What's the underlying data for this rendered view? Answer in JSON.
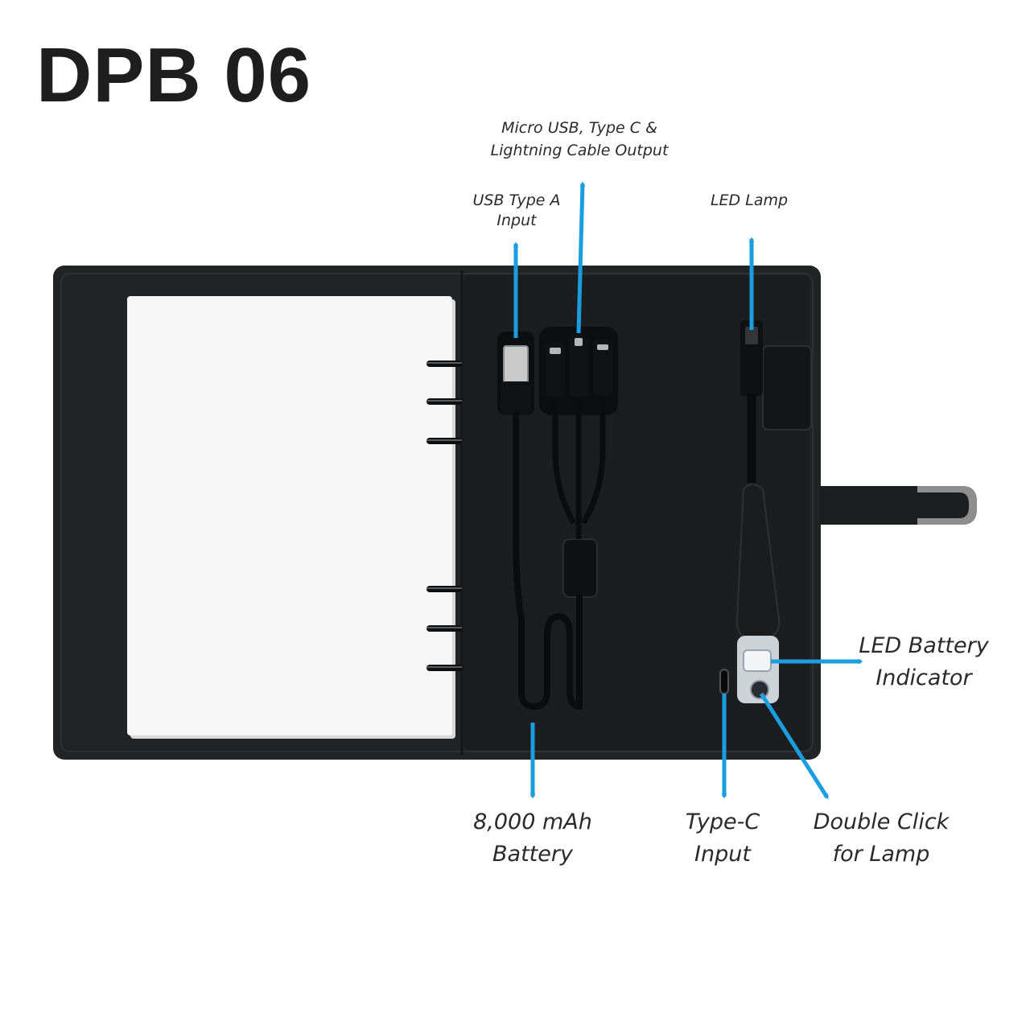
{
  "title": "DPB 06",
  "colors": {
    "arrow": "#1a9ee0",
    "case": "#222325",
    "paper": "#f6f6f6",
    "text": "#2a2a2a"
  },
  "callouts": {
    "cable_output": {
      "line1": "Micro USB, Type C &",
      "line2": "Lightning Cable Output"
    },
    "usb_input": {
      "line1": "USB Type A",
      "line2": "Input"
    },
    "led_lamp": {
      "line1": "LED Lamp"
    },
    "led_indicator": {
      "line1": "LED Battery",
      "line2": "Indicator"
    },
    "battery": {
      "line1": "8,000 mAh",
      "line2": "Battery"
    },
    "type_c_input": {
      "line1": "Type-C",
      "line2": "Input"
    },
    "double_click": {
      "line1": "Double Click",
      "line2": "for Lamp"
    }
  }
}
